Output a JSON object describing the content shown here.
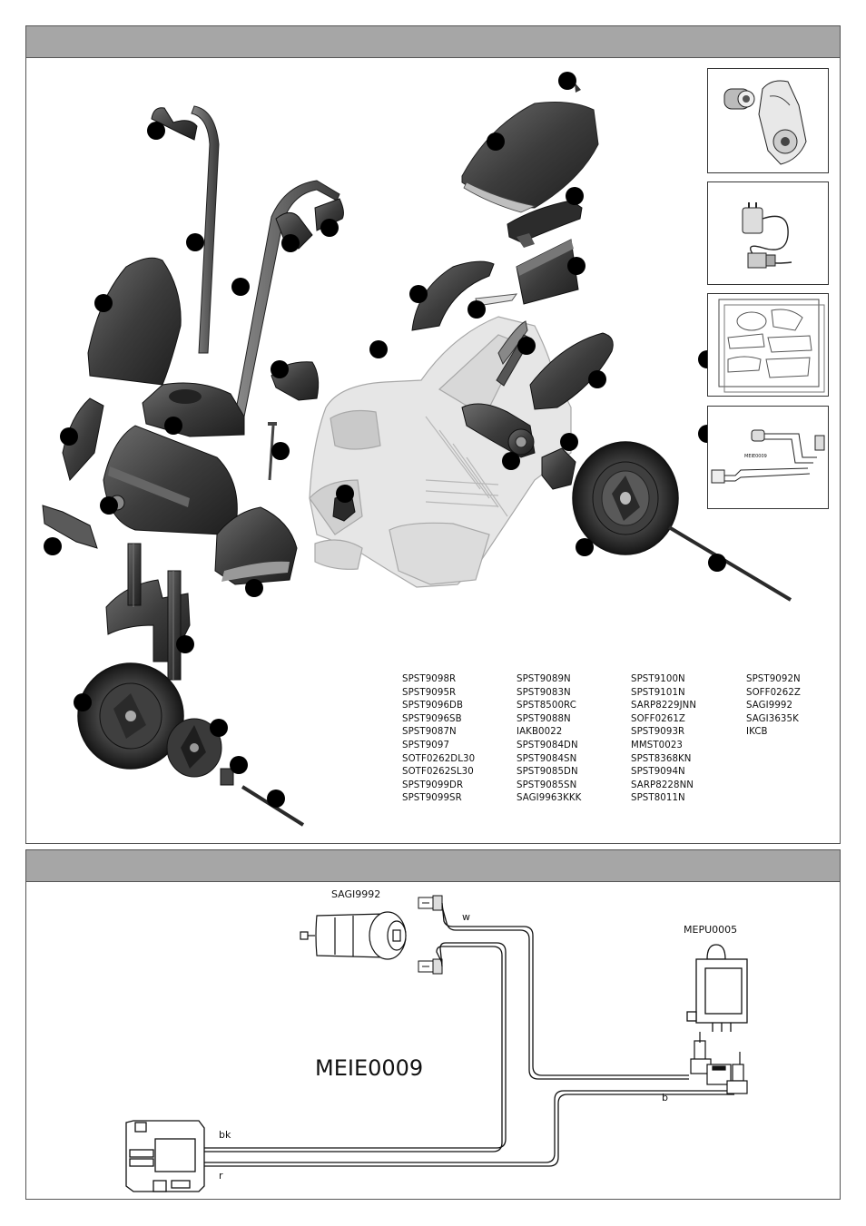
{
  "parts_columns": [
    [
      "SPST9098R",
      "SPST9095R",
      "SPST9096DB",
      "SPST9096SB",
      "SPST9087N",
      "SPST9097",
      "SOTF0262DL30",
      "SOTF0262SL30",
      "SPST9099DR",
      "SPST9099SR"
    ],
    [
      "SPST9089N",
      "SPST9083N",
      "SPST8500RC",
      "SPST9088N",
      "IAKB0022",
      "SPST9084DN",
      "SPST9084SN",
      "SPST9085DN",
      "SPST9085SN",
      "SAGI9963KKK"
    ],
    [
      "SPST9100N",
      "SPST9101N",
      "SARP8229JNN",
      "SOFF0261Z",
      "SPST9093R",
      "MMST0023",
      "SPST8368KN",
      "SPST9094N",
      "SARP8228NN",
      "SPST8011N"
    ],
    [
      "SPST9092N",
      "SOFF0262Z",
      "SAGI9992",
      "SAGI3635K",
      "IKCB"
    ]
  ],
  "wiring": {
    "motor_label": "SAGI9992",
    "switch_label": "MEPU0005",
    "harness_label": "MEIE0009",
    "wire_white": "w",
    "wire_blue": "b",
    "wire_black": "bk",
    "wire_red": "r"
  },
  "inset_harness_label": "MEIE0009",
  "colors": {
    "header_bar": "#a6a6a6",
    "part_dark": "#3a3a3a",
    "frame_ghost": "#d9d9d9",
    "callout": "#000000"
  }
}
